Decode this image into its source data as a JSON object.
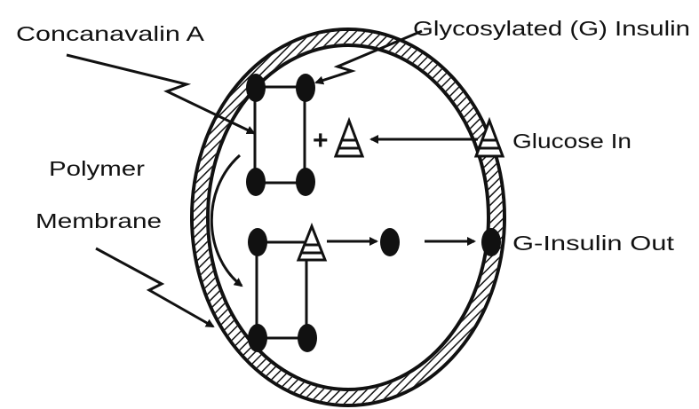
{
  "labels": {
    "concanavalin": "Concanavalin A",
    "glycosylated_insulin": "Glycosylated (G) Insulin",
    "polymer_line1": "Polymer",
    "polymer_line2": "Membrane",
    "glucose_in": "Glucose In",
    "g_insulin_out": "G-Insulin Out",
    "plus": "+"
  },
  "colors": {
    "ink": "#111111",
    "background": "#ffffff"
  }
}
